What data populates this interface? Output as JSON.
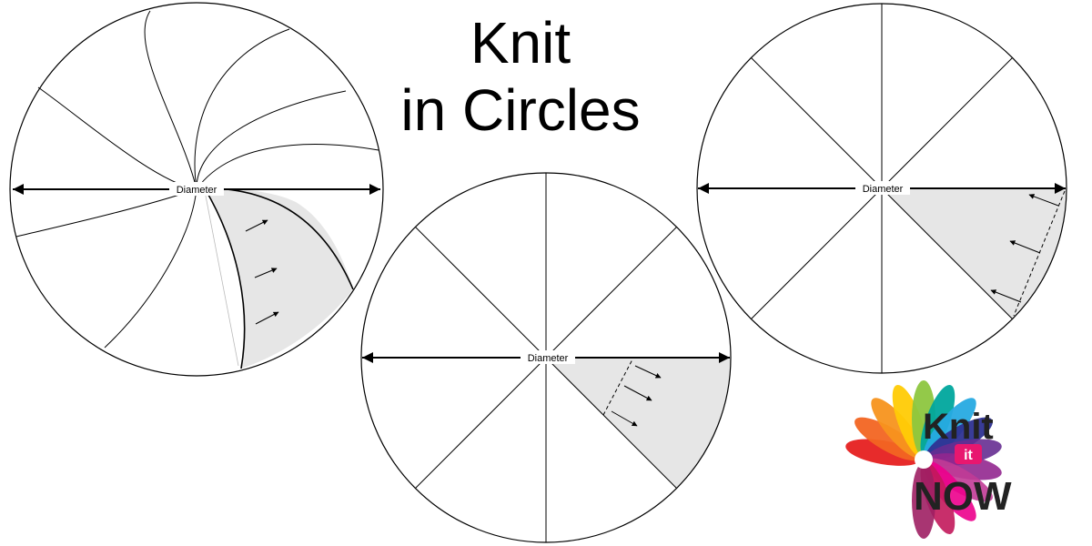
{
  "title": {
    "line1": "Knit",
    "line2": "in Circles"
  },
  "diagrams": [
    {
      "label": "Diameter"
    },
    {
      "label": "Diameter"
    },
    {
      "label": "Diameter"
    }
  ],
  "logo": {
    "word1": "Knit",
    "word2": "it",
    "word3": "NOW"
  },
  "colors": {
    "shade": "#e6e6e6",
    "stroke": "#000000",
    "logo_text": "#222222",
    "logo_badge": "#e8176f"
  }
}
